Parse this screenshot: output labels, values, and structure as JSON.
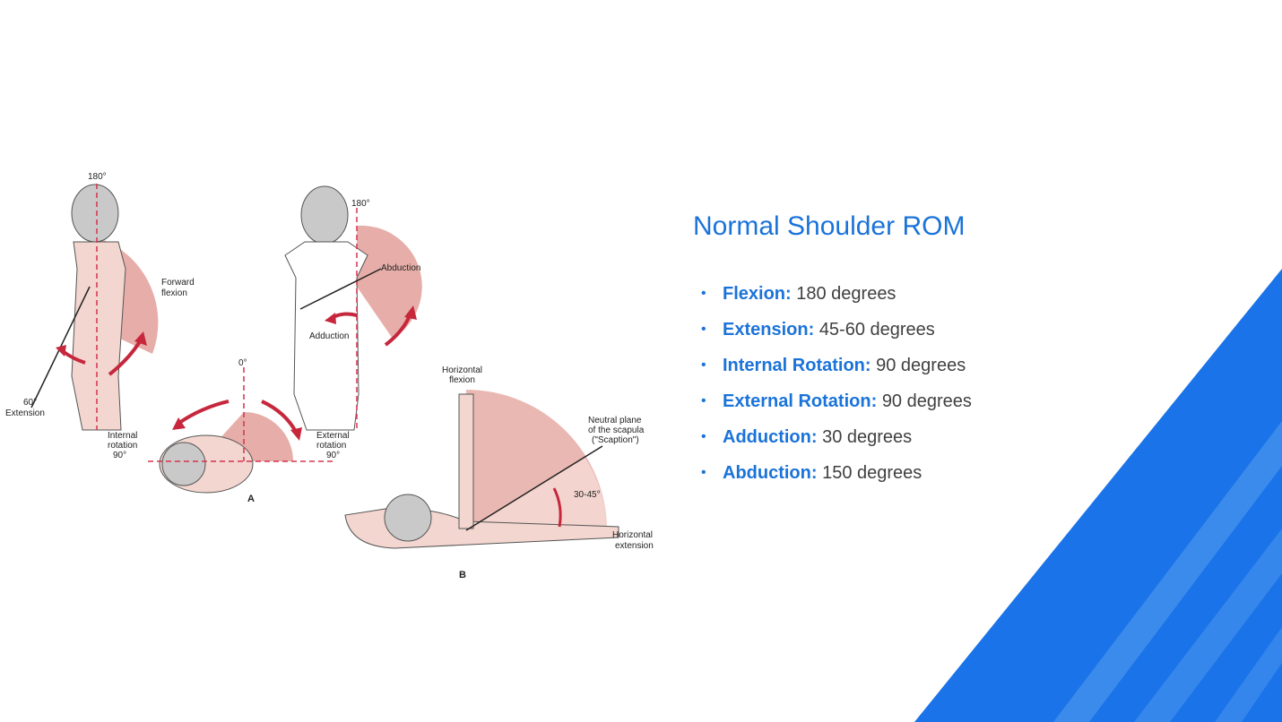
{
  "slide": {
    "title": "Normal Shoulder ROM",
    "accent_color": "#1a73d9",
    "bullet_icon": "bullet-dot-icon",
    "items": [
      {
        "name": "Flexion:",
        "value": "180 degrees"
      },
      {
        "name": "Extension:",
        "value": "45-60 degrees"
      },
      {
        "name": "Internal Rotation:",
        "value": "90 degrees"
      },
      {
        "name": "External Rotation:",
        "value": "90 degrees"
      },
      {
        "name": "Adduction:",
        "value": "30 degrees"
      },
      {
        "name": "Abduction:",
        "value": "150 degrees"
      }
    ]
  },
  "figure": {
    "labels": {
      "flexion_top": "180°",
      "forward_flexion_1": "Forward",
      "forward_flexion_2": "flexion",
      "extension_deg": "60°",
      "extension": "Extension",
      "abduction_top": "180°",
      "abduction": "Abduction",
      "adduction": "Adduction",
      "rotation_zero": "0°",
      "internal_1": "Internal",
      "internal_2": "rotation",
      "internal_3": "90°",
      "external_1": "External",
      "external_2": "rotation",
      "external_3": "90°",
      "panel_a": "A",
      "horiz_flex_1": "Horizontal",
      "horiz_flex_2": "flexion",
      "neutral_1": "Neutral plane",
      "neutral_2": "of the scapula",
      "neutral_3": "(\"Scaption\")",
      "angle_range": "30-45°",
      "horiz_ext_1": "Horizontal",
      "horiz_ext_2": "extension",
      "panel_b": "B"
    }
  }
}
